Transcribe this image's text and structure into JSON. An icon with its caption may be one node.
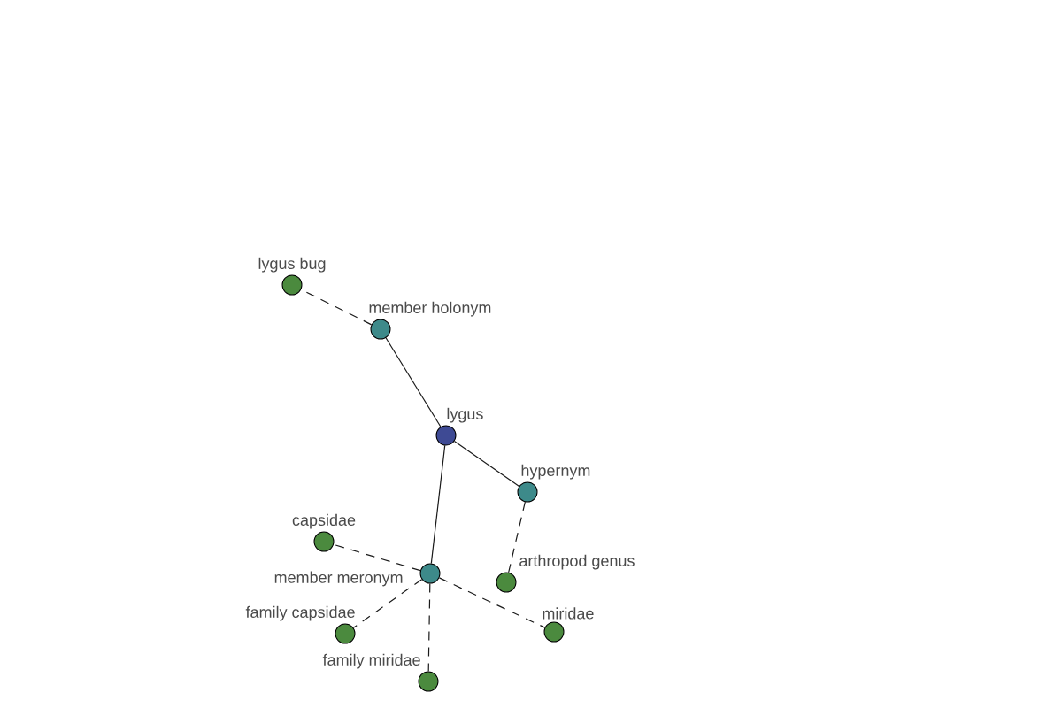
{
  "diagram": {
    "nodes": [
      {
        "text": [
          "lygus bug"
        ]
      },
      {
        "text": [
          "member holonym"
        ]
      },
      {
        "text": [
          "lygus"
        ]
      },
      {
        "text": [
          "hypernym"
        ]
      },
      {
        "text": [
          "capsidae"
        ]
      },
      {
        "text": [
          "member meronym"
        ]
      },
      {
        "text": [
          "arthropod genus"
        ]
      },
      {
        "text": [
          "family capsidae"
        ]
      },
      {
        "text": [
          "miridae"
        ]
      },
      {
        "text": [
          "family miridae"
        ]
      }
    ],
    "edges": [
      {
        "from": 1,
        "to": 0,
        "arrow": "none",
        "style": "dashed"
      },
      {
        "from": 2,
        "to": 1,
        "arrow": "none"
      },
      {
        "from": 2,
        "to": 3,
        "arrow": "none"
      },
      {
        "from": 2,
        "to": 5,
        "arrow": "none"
      },
      {
        "from": 3,
        "to": 6,
        "arrow": "none",
        "style": "dashed"
      },
      {
        "from": 5,
        "to": 4,
        "arrow": "none",
        "style": "dashed"
      },
      {
        "from": 5,
        "to": 7,
        "arrow": "none",
        "style": "dashed"
      },
      {
        "from": 5,
        "to": 9,
        "arrow": "none",
        "style": "dashed"
      },
      {
        "from": 5,
        "to": 8,
        "arrow": "none",
        "style": "dashed"
      }
    ]
  }
}
